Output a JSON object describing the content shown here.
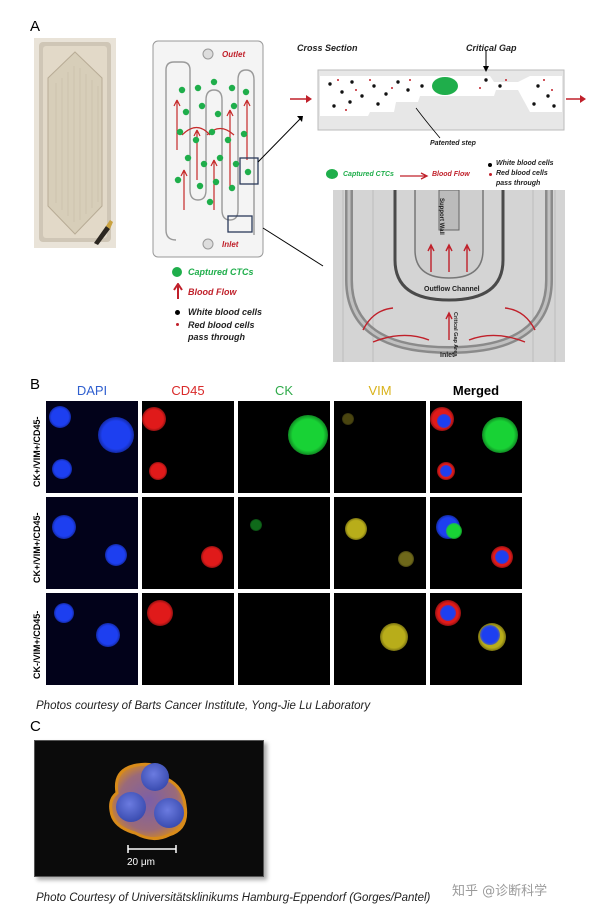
{
  "panels": {
    "a": "A",
    "b": "B",
    "c": "C"
  },
  "panel_a": {
    "outlet": "Outlet",
    "inlet": "Inlet",
    "cross_section": "Cross Section",
    "critical_gap": "Critical Gap",
    "patented_step": "Patented step",
    "legend_left": {
      "captured": "Captured CTCs",
      "blood_flow": "Blood Flow",
      "wbc": "White blood cells",
      "rbc1": "Red blood cells",
      "rbc2": "pass through"
    },
    "legend_right": {
      "captured": "Captured CTCs",
      "blood_flow": "Blood Flow",
      "wbc": "White blood cells",
      "rbc1": "Red blood cells",
      "rbc2": "pass through"
    },
    "micro": {
      "support_wall": "Support Wall",
      "outflow_channel": "Outflow Channel",
      "critical_gap_area": "Critical Gap Area",
      "inlet": "Inlet"
    },
    "colors": {
      "green": "#1fae4b",
      "red": "#c0202a"
    }
  },
  "panel_b": {
    "channels": [
      {
        "name": "DAPI",
        "color": "#2f5fcf"
      },
      {
        "name": "CD45",
        "color": "#d92a2a"
      },
      {
        "name": "CK",
        "color": "#2faa4a"
      },
      {
        "name": "VIM",
        "color": "#d9b21a"
      },
      {
        "name": "Merged",
        "color": "#000000"
      }
    ],
    "rows": [
      "CK+/VIM+/CD45-",
      "CK+/VIM+/CD45-",
      "CK-/VIM+/CD45-"
    ],
    "caption": "Photos courtesy of Barts Cancer Institute, Yong-Jie Lu Laboratory"
  },
  "panel_c": {
    "scale_bar": "20 μm",
    "caption": "Photo Courtesy of Universitätsklinikums Hamburg-Eppendorf (Gorges/Pantel)"
  },
  "watermark": "知乎 @诊断科学"
}
